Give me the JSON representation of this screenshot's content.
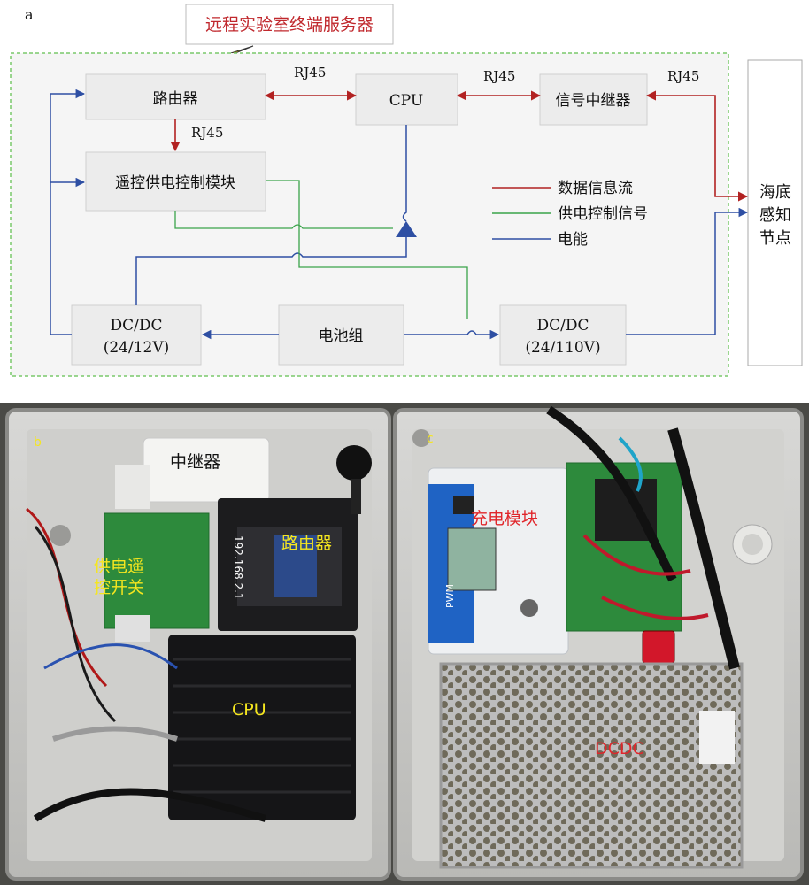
{
  "figure": {
    "panel_a": "a",
    "panel_b": "b",
    "panel_c": "c"
  },
  "diagram": {
    "remote_server": "远程实验室终端服务器",
    "router": "路由器",
    "cpu": "CPU",
    "repeater": "信号中继器",
    "power_control": "遥控供电控制模块",
    "dcdc_left_line1": "DC/DC",
    "dcdc_left_line2": "(24/12V)",
    "battery": "电池组",
    "dcdc_right_line1": "DC/DC",
    "dcdc_right_line2": "(24/110V)",
    "seafloor_node": [
      "海底",
      "感知",
      "节点"
    ],
    "rj45_router_cpu": "RJ45",
    "rj45_cpu_repeater": "RJ45",
    "rj45_repeater_node": "RJ45",
    "rj45_router_control": "RJ45",
    "legend": {
      "data": "数据信息流",
      "control": "供电控制信号",
      "power": "电能"
    },
    "colors": {
      "data": "#b22222",
      "control": "#3aa34a",
      "power": "#2e4fa3",
      "box_fill": "#f0f0f0",
      "frame": "#7ac96b"
    }
  },
  "photo": {
    "repeater": "中继器",
    "router": "路由器",
    "router_ip": "192.168.2.1",
    "power_switch": [
      "供电遥",
      "控开关"
    ],
    "cpu": "CPU",
    "charger": "充电模块",
    "dcdc": "DCDC",
    "charger_brand": "PWM",
    "label_color_yellow": "#f5e61f",
    "label_color_red": "#e0262b"
  }
}
